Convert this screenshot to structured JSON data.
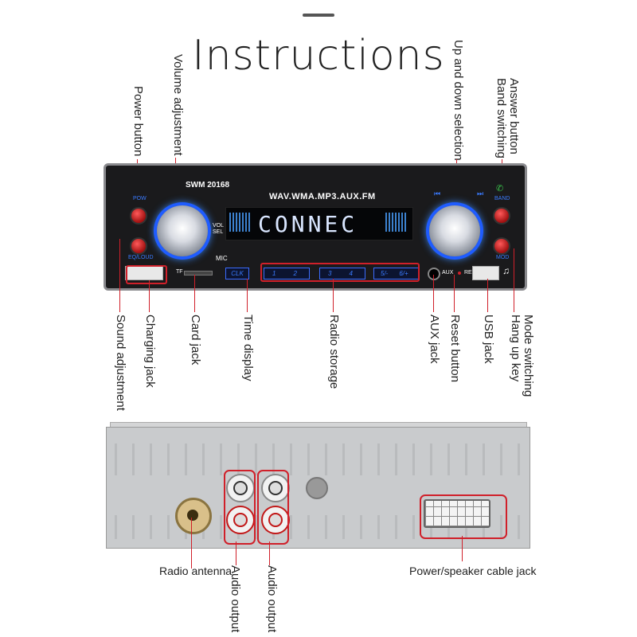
{
  "title": "Instructions",
  "device": {
    "model": "SWM  20168",
    "formats": "WAV.WMA.MP3.AUX.FM",
    "display_text": "CONNEC",
    "pow_label": "POW",
    "eq_label": "EQ/LOUD",
    "band_label": "BAND",
    "mod_label": "MOD",
    "vol_label": "VOL",
    "sel_label": "SEL",
    "mic_label": "MIC",
    "tf_label": "TF",
    "clk_label": "CLK",
    "aux_label": "AUX",
    "res_label": "RES",
    "presets": [
      "1",
      "2",
      "3",
      "4",
      "5/-",
      "6/+"
    ]
  },
  "top_labels": {
    "power_button": "Power button",
    "volume_adjustment": "Volume adjustment",
    "up_down_selection": "Up and down selection",
    "answer_button": "Answer button",
    "band_switching": "Band switching"
  },
  "bottom_labels": {
    "sound_adjustment": "Sound adjustment",
    "charging_jack": "Charging jack",
    "card_jack": "Card jack",
    "time_display": "Time display",
    "radio_storage": "Radio storage",
    "aux_jack": "AUX jack",
    "reset_button": "Reset button",
    "usb_jack": "USB jack",
    "mode_switching": "Mode switching",
    "hang_up_key": "Hang up key"
  },
  "rear_labels": {
    "radio_antenna": "Radio antenna",
    "audio_output_1": "Audio output",
    "audio_output_2": "Audio output",
    "power_cable_jack": "Power/speaker cable jack"
  },
  "colors": {
    "accent_red": "#d0202a",
    "knob_glow": "#1f5cff"
  }
}
